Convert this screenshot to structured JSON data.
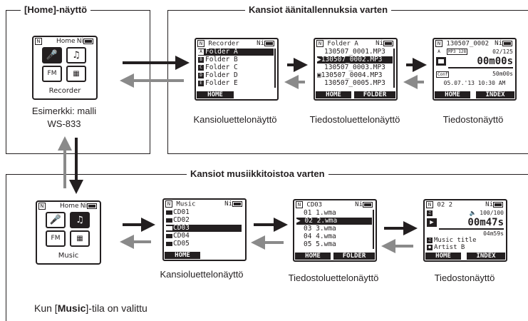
{
  "sections": {
    "home_title": "[Home]-näyttö",
    "recording_title": "Kansiot äänitallennuksia varten",
    "music_title": "Kansiot musiikkitoistoa varten"
  },
  "home_device": {
    "title": "Home",
    "label": "Recorder",
    "caption_line1": "Esimerkki: malli",
    "caption_line2": "WS-833"
  },
  "rec_folder_list": {
    "title": "Recorder",
    "items": [
      "Folder A",
      "Folder B",
      "Folder C",
      "Folder D",
      "Folder E"
    ],
    "selected_index": 0,
    "btn_left": "HOME",
    "caption": "Kansioluettelonäyttö"
  },
  "rec_file_list": {
    "title": "Folder A",
    "items": [
      "130507_0001.MP3",
      "130507_0002.MP3",
      "130507_0003.MP3",
      "130507_0004.MP3",
      "130507_0005.MP3"
    ],
    "selected_index": 1,
    "btn_left": "HOME",
    "btn_right": "FOLDER",
    "caption": "Tiedostoluettelonäyttö"
  },
  "rec_file_screen": {
    "title": "130507_0002",
    "format": "MP3 128",
    "track": "02/125",
    "time": "00m00s",
    "mode": "Conf",
    "length": "50m00s",
    "date": "05.07.'13 10:30 AM",
    "btn_left": "HOME",
    "btn_right": "INDEX",
    "caption": "Tiedostonäyttö"
  },
  "music_device": {
    "title": "Home",
    "label": "Music"
  },
  "music_folder_list": {
    "title": "Music",
    "items": [
      "CD01",
      "CD02",
      "CD03",
      "CD04",
      "CD05"
    ],
    "selected_index": 2,
    "btn_left": "HOME",
    "caption": "Kansioluettelonäyttö"
  },
  "music_file_list": {
    "title": "CD03",
    "items": [
      "01 1.wma",
      "02 2.wma",
      "03 3.wma",
      "04 4.wma",
      "05 5.wma"
    ],
    "selected_index": 1,
    "btn_left": "HOME",
    "btn_right": "FOLDER",
    "caption": "Tiedostoluettelonäyttö"
  },
  "music_file_screen": {
    "title": "02 2",
    "track": "100/100",
    "time": "00m47s",
    "length": "04m59s",
    "song": "Music title",
    "artist": "Artist B",
    "btn_left": "HOME",
    "btn_right": "INDEX",
    "caption": "Tiedostonäyttö"
  },
  "footnote": {
    "prefix": "Kun [",
    "bold": "Music",
    "suffix": "]-tila on valittu"
  },
  "colors": {
    "ink": "#231f20",
    "gray_arrow": "#8a8a8a"
  }
}
